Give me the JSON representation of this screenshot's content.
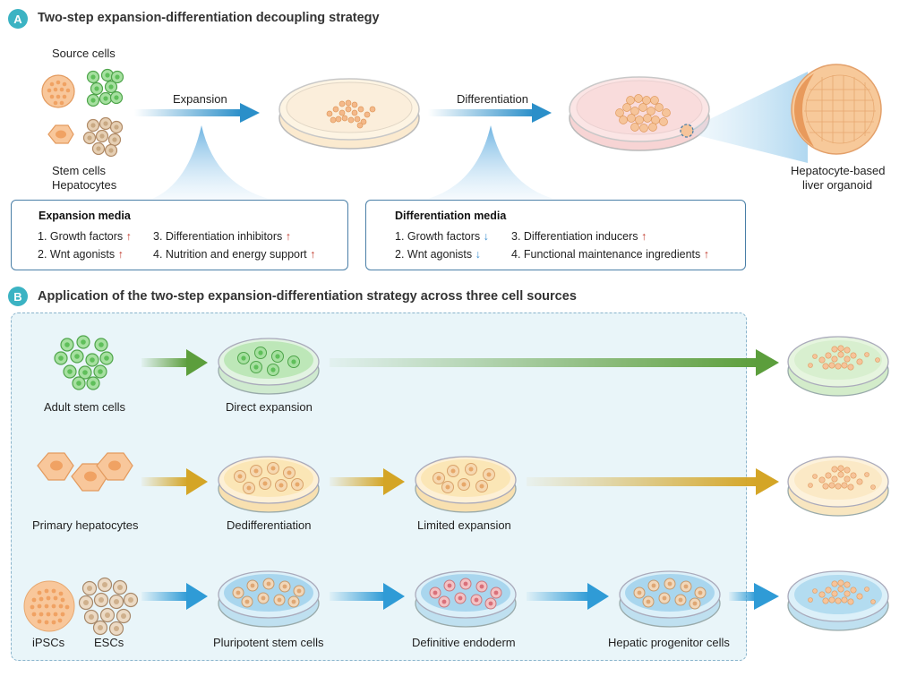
{
  "panel_a": {
    "badge": "A",
    "title": "Two-step expansion-differentiation decoupling strategy",
    "source_cells": "Source cells",
    "stem_cells": "Stem cells",
    "hepatocytes": "Hepatocytes",
    "expansion": "Expansion",
    "differentiation": "Differentiation",
    "organoid_line1": "Hepatocyte-based",
    "organoid_line2": "liver organoid",
    "expansion_media": {
      "title": "Expansion media",
      "items": [
        "1. Growth factors",
        "2. Wnt agonists",
        "3. Differentiation inhibitors",
        "4. Nutrition and energy support"
      ]
    },
    "differentiation_media": {
      "title": "Differentiation media",
      "items": [
        "1. Growth factors",
        "2. Wnt agonists",
        "3. Differentiation inducers",
        "4. Functional maintenance ingredients"
      ]
    }
  },
  "panel_b": {
    "badge": "B",
    "title": "Application of the two-step expansion-differentiation strategy across three cell sources",
    "row1": {
      "source": "Adult stem cells",
      "step1": "Direct expansion"
    },
    "row2": {
      "source": "Primary hepatocytes",
      "step1": "Dedifferentiation",
      "step2": "Limited expansion"
    },
    "row3": {
      "source_a": "iPSCs",
      "source_b": "ESCs",
      "step1": "Pluripotent stem cells",
      "step2": "Definitive endoderm",
      "step3": "Hepatic progenitor cells"
    }
  },
  "colors": {
    "accent": "#3bb3c3",
    "expansion_arrow": "#2b8fc9",
    "green_arrow": "#5c9e3c",
    "gold_arrow": "#d4a526",
    "blue_arrow": "#2f9bd6",
    "cell_orange": "#f2b27a",
    "cell_green": "#7fcf7a",
    "up_arrow": "#c0392b",
    "down_arrow": "#3a8fd0"
  }
}
